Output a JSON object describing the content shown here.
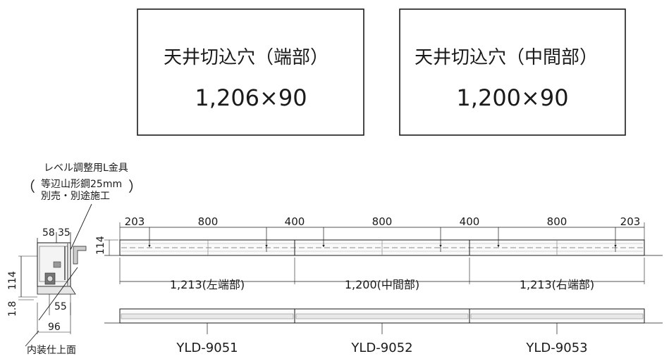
{
  "boxes": [
    {
      "label": "天井切込穴（端部）",
      "size": "1,206×90"
    },
    {
      "label": "天井切込穴（中間部）",
      "size": "1,200×90"
    }
  ],
  "bracket": {
    "title": "レベル調整用L金具",
    "spec1": "等辺山形鋼25mm",
    "spec2": "別売・別途施工",
    "paren_open": "（",
    "paren_close": "）"
  },
  "side_view": {
    "dim_58": "58",
    "dim_35": "35",
    "dim_114": "114",
    "dim_1_8": "1.8",
    "dim_55": "55",
    "dim_96": "96",
    "interior_label": "内装仕上面"
  },
  "plan": {
    "height": "114",
    "spacing": [
      "203",
      "800",
      "400",
      "800",
      "400",
      "800",
      "203"
    ],
    "units": [
      {
        "length": "1,213(左端部)",
        "model": "YLD-9051"
      },
      {
        "length": "1,200(中間部)",
        "model": "YLD-9052"
      },
      {
        "length": "1,213(右端部)",
        "model": "YLD-9053"
      }
    ]
  }
}
